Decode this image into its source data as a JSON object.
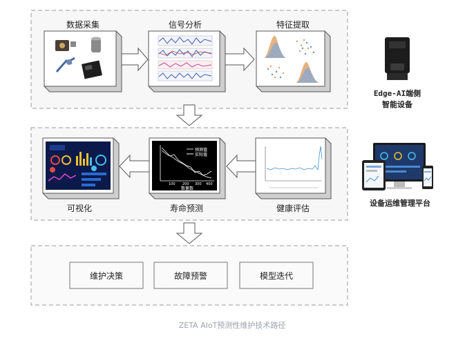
{
  "stage1": {
    "labels": [
      "数据采集",
      "信号分析",
      "特征提取"
    ]
  },
  "stage2": {
    "labels": [
      "可视化",
      "寿命预测",
      "健康评估"
    ],
    "life_legend": [
      "预测值",
      "实际值"
    ],
    "life_axis_label": "数量数"
  },
  "stage3": {
    "boxes": [
      "维护决策",
      "故障预警",
      "模型迭代"
    ]
  },
  "device1": {
    "label_line1": "Edge-AI端侧",
    "label_line2": "智能设备"
  },
  "device2": {
    "label": "设备运维管理平台"
  },
  "caption": "ZETA AIoT预测性维护技术路径",
  "colors": {
    "dash": "#9a9a9a",
    "arrow": "#ffffff",
    "arrow_stroke": "#555555"
  }
}
